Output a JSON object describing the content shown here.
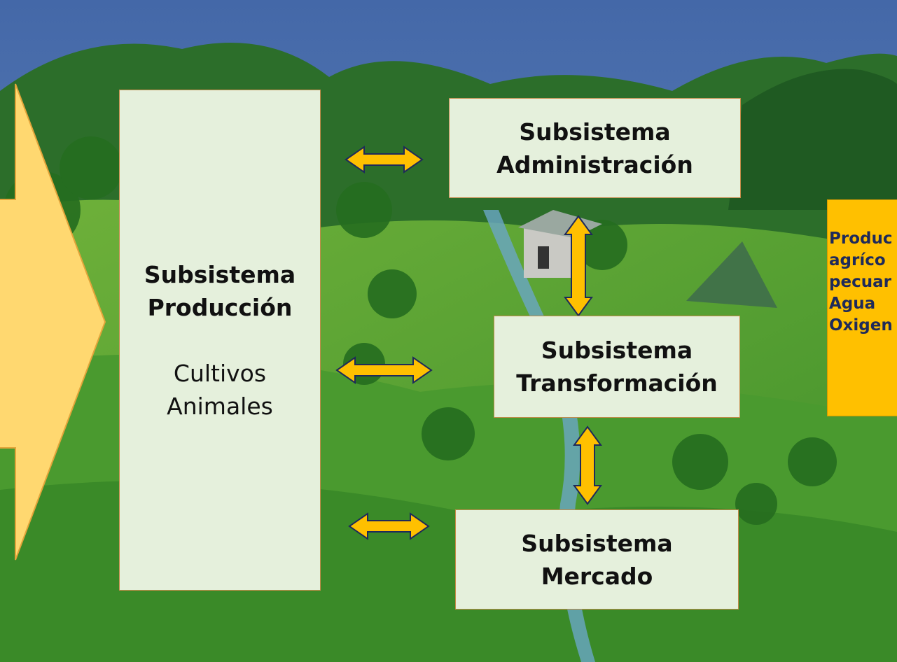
{
  "boxes": {
    "produccion": {
      "title1": "Subsistema",
      "title2": "Producción",
      "items": [
        "Cultivos",
        "Animales"
      ]
    },
    "administracion": {
      "title1": "Subsistema",
      "title2": "Administración"
    },
    "transformacion": {
      "title1": "Subsistema",
      "title2": "Transformación"
    },
    "mercado": {
      "title1": "Subsistema",
      "title2": "Mercado"
    }
  },
  "products": [
    "Produc",
    "agríco",
    "pecuar",
    "Agua",
    "Oxigen"
  ],
  "colors": {
    "box_fill": "#e5f0dc",
    "arrow_fill": "#ffc000",
    "big_arrow_fill": "#ffd870",
    "sky": "#4f74b2",
    "hills": "#2f7d2a"
  }
}
